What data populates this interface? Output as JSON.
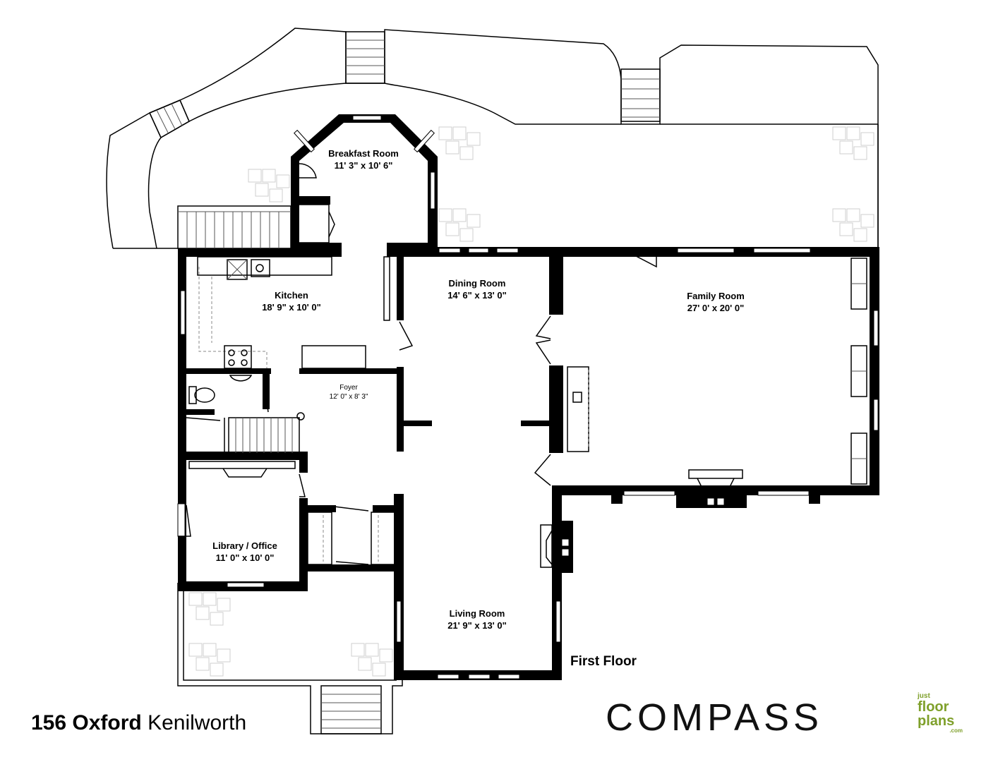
{
  "plan": {
    "floor_label": "First Floor",
    "rooms": [
      {
        "name": "Breakfast Room",
        "dims": "11' 3\" x 10' 6\""
      },
      {
        "name": "Kitchen",
        "dims": "18' 9\" x 10' 0\""
      },
      {
        "name": "Dining Room",
        "dims": "14' 6\" x 13' 0\""
      },
      {
        "name": "Family Room",
        "dims": "27' 0' x 20' 0\""
      },
      {
        "name": "Foyer",
        "dims": "12' 0\" x 8' 3\""
      },
      {
        "name": "Library / Office",
        "dims": "11' 0\" x 10' 0\""
      },
      {
        "name": "Living Room",
        "dims": "21' 9\" x 13' 0\""
      }
    ]
  },
  "footer": {
    "address_bold": "156 Oxford",
    "address_rest": "Kenilworth",
    "brand": "COMPASS",
    "badge_lines": [
      "just",
      "floor",
      "plans",
      ".com"
    ]
  }
}
